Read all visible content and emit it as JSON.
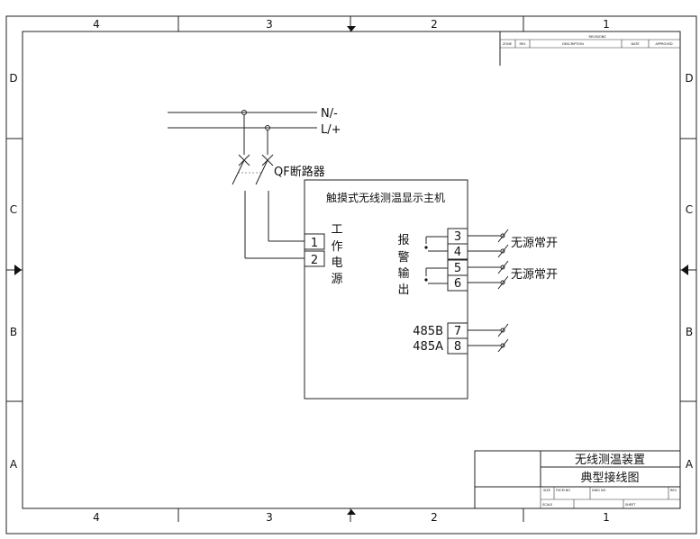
{
  "frame": {
    "col_labels": [
      "4",
      "3",
      "2",
      "1"
    ],
    "row_labels": [
      "D",
      "C",
      "B",
      "A"
    ]
  },
  "revision_block": {
    "title": "REVISIONS",
    "headers": [
      "ZONE",
      "REV",
      "DESCRIPTION",
      "DATE",
      "APPROVED"
    ]
  },
  "supply": {
    "neutral_label": "N/-",
    "live_label": "L/+",
    "breaker_label": "QF断路器"
  },
  "device": {
    "title": "触摸式无线测温显示主机",
    "power_chars": [
      "工",
      "作",
      "电",
      "源"
    ],
    "alarm_chars": [
      "报",
      "警",
      "输",
      "出"
    ],
    "relay_label_1": "无源常开",
    "relay_label_2": "无源常开",
    "rs485_b": "485B",
    "rs485_a": "485A",
    "terminals": [
      "1",
      "2",
      "3",
      "4",
      "5",
      "6",
      "7",
      "8"
    ]
  },
  "title_block": {
    "title_line_1": "无线测温装置",
    "title_line_2": "典型接线图",
    "field_size": "SIZE",
    "field_fscm": "FSCM NO",
    "field_dwg": "DWG NO",
    "field_rev": "REV",
    "field_scale": "SCALE",
    "field_sheet": "SHEET"
  }
}
